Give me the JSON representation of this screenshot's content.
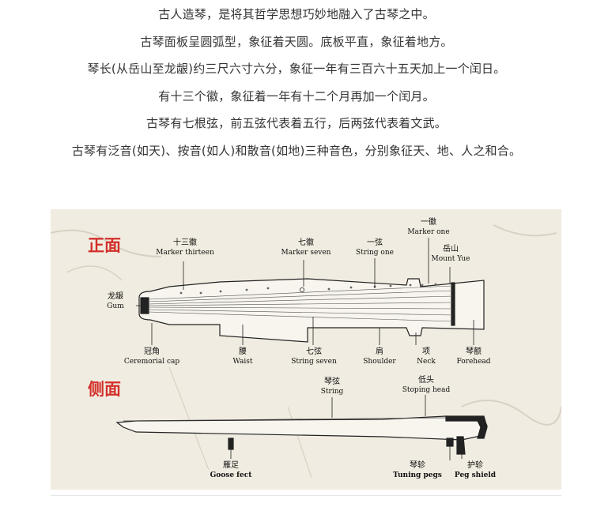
{
  "intro_lines": [
    "古人造琴，是将其哲学思想巧妙地融入了古琴之中。",
    "古琴面板呈圆弧型，象征着天圆。底板平直，象征着地方。",
    "琴长(从岳山至龙龈)约三尺六寸六分，象征一年有三百六十五天加上一个闰日。",
    "有十三个徽，象征着一年有十二个月再加一个闰月。",
    "古琴有七根弦，前五弦代表着五行，后两弦代表着文武。",
    "古琴有泛音(如天)、按音(如人)和散音(如地)三种音色，分别象征天、地、人之和合。"
  ],
  "front": {
    "title": "正面",
    "labels": {
      "marker_thirteen": {
        "zh": "十三徽",
        "en": "Marker thirteen"
      },
      "marker_seven": {
        "zh": "七徽",
        "en": "Marker seven"
      },
      "string_one": {
        "zh": "一弦",
        "en": "String one"
      },
      "marker_one": {
        "zh": "一徽",
        "en": "Marker one"
      },
      "mount_yue": {
        "zh": "岳山",
        "en": "Mount Yue"
      },
      "gum": {
        "zh": "龙龈",
        "en": "Gum"
      },
      "ceremorial_cap": {
        "zh": "冠角",
        "en": "Ceremorial cap"
      },
      "waist": {
        "zh": "腰",
        "en": "Waist"
      },
      "string_seven": {
        "zh": "七弦",
        "en": "String seven"
      },
      "shoulder": {
        "zh": "肩",
        "en": "Shoulder"
      },
      "neck": {
        "zh": "项",
        "en": "Neck"
      },
      "forehead": {
        "zh": "琴额",
        "en": "Forehead"
      }
    }
  },
  "side": {
    "title": "侧面",
    "labels": {
      "string": {
        "zh": "琴弦",
        "en": "String"
      },
      "stoping_head": {
        "zh": "低头",
        "en": "Stoping head"
      },
      "goose_feet": {
        "zh": "雁足",
        "en": "Goose fect"
      },
      "tuning_pegs": {
        "zh": "琴轸",
        "en": "Tuning pegs"
      },
      "peg_shield": {
        "zh": "护轸",
        "en": "Peg shield"
      }
    }
  },
  "colors": {
    "title_red": "#d3302a",
    "panel_bg": "#f1ece1",
    "line": "#222222"
  }
}
